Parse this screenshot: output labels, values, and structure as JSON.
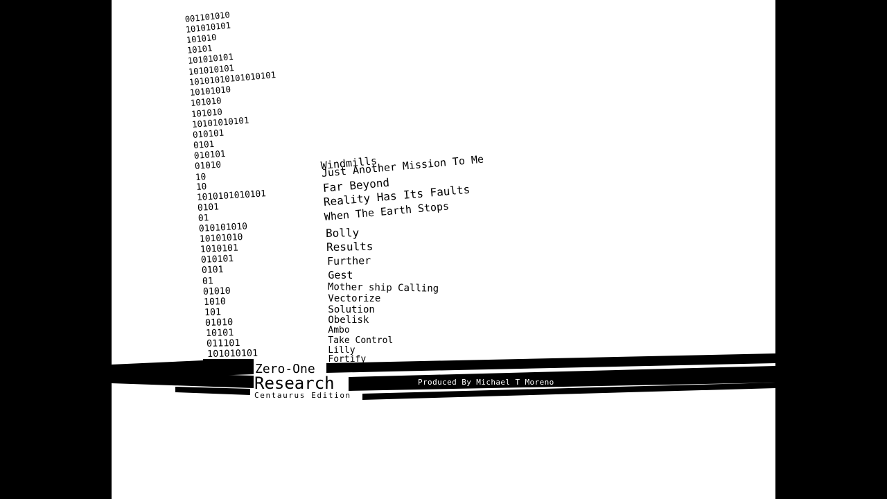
{
  "colors": {
    "background_outer": "#000000",
    "canvas": "#ffffff",
    "ink": "#000000",
    "band_text": "#ffffff"
  },
  "binary_lines": [
    "001101010",
    "101010101",
    "101010",
    "10101",
    "101010101",
    "101010101",
    "10101010101010101",
    "10101010",
    "101010",
    "101010",
    "10101010101",
    "010101",
    "0101",
    "010101",
    "01010",
    "10",
    "10",
    "1010101010101",
    "0101",
    "01",
    "010101010",
    "10101010",
    "1010101",
    "010101",
    "0101",
    "01",
    "01010",
    "1010",
    "101",
    "01010",
    "10101",
    "011101",
    "101010101"
  ],
  "tracks": [
    "Windmills",
    "Just Another Mission To Me",
    "Far Beyond",
    "Reality Has Its Faults",
    "When The Earth Stops",
    "Bolly",
    "Results",
    "Further",
    "Gest",
    "Mother ship Calling",
    "Vectorize",
    "Solution",
    "Obelisk",
    "Ambo",
    "Take Control",
    "Lilly",
    "Fortify"
  ],
  "logo": {
    "line1": "Zero-One",
    "line2": "Research",
    "line3": "Centaurus Edition"
  },
  "credit": "Produced By Michael T Moreno"
}
